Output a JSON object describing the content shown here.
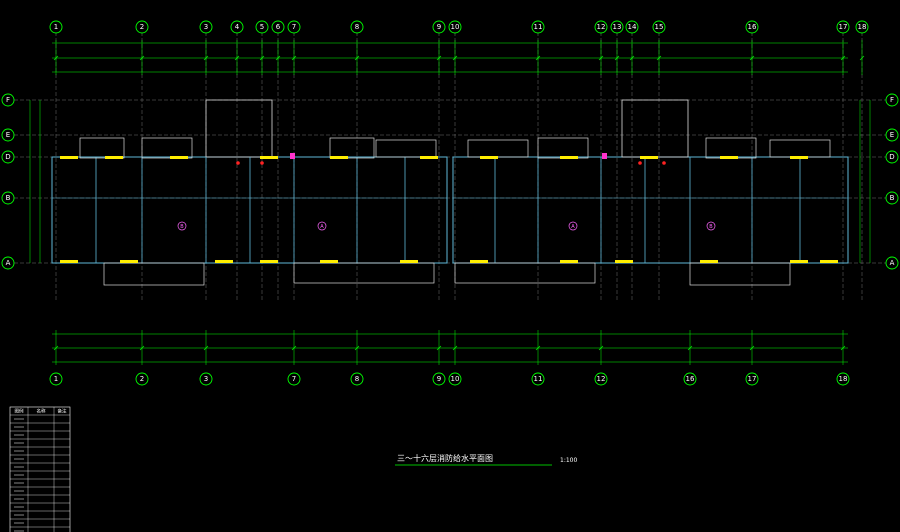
{
  "drawing": {
    "title": "三～十六层消防给水平面图",
    "scale": "1:100"
  },
  "grid_columns_top": [
    "1",
    "2",
    "3",
    "4",
    "5",
    "6",
    "7",
    "8",
    "9",
    "10",
    "11",
    "12",
    "13",
    "14",
    "15",
    "16",
    "17",
    "18"
  ],
  "grid_columns_bottom": [
    "1",
    "2",
    "3",
    "7",
    "8",
    "9",
    "10",
    "11",
    "12",
    "16",
    "17",
    "18"
  ],
  "grid_rows": [
    "F",
    "E",
    "D",
    "B",
    "A"
  ],
  "unit_labels": [
    "B",
    "A",
    "A",
    "B"
  ],
  "legend_table": {
    "header": [
      "图例",
      "名称",
      "备注"
    ],
    "row_count": 15
  }
}
